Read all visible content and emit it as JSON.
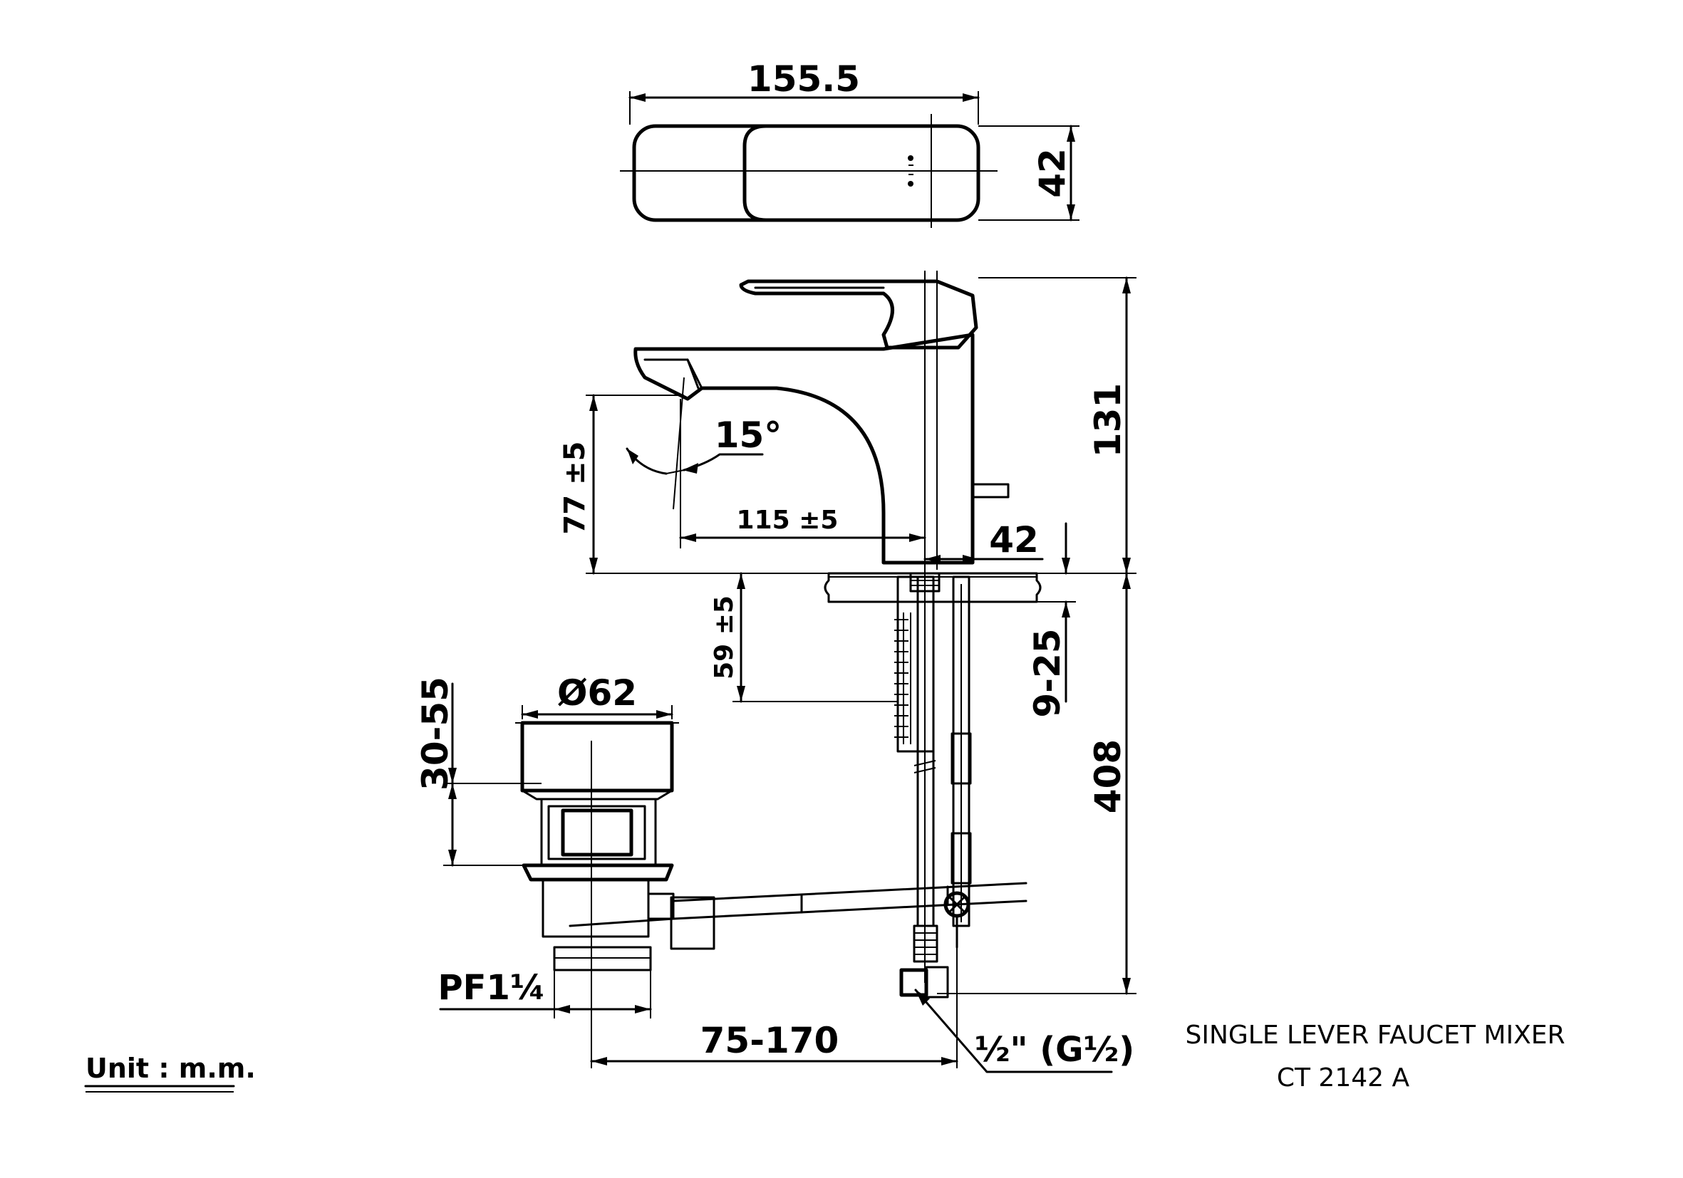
{
  "dimensions": {
    "top_width": "155.5",
    "top_depth": "42",
    "angle": "15°",
    "spout_height": "77 ±5",
    "spout_reach": "115 ±5",
    "base_width": "42",
    "total_height": "131",
    "hose_length": "408",
    "under_height": "59 ±5",
    "counter_thickness": "9-25",
    "drain_diameter": "Ø62",
    "drain_height": "30-55",
    "drain_thread": "PF1¼",
    "rod_reach": "75-170",
    "inlet_thread": "½\" (G½)"
  },
  "title": {
    "line1": "SINGLE LEVER FAUCET MIXER",
    "line2": "CT 2142 A"
  },
  "unit": "Unit : m.m."
}
